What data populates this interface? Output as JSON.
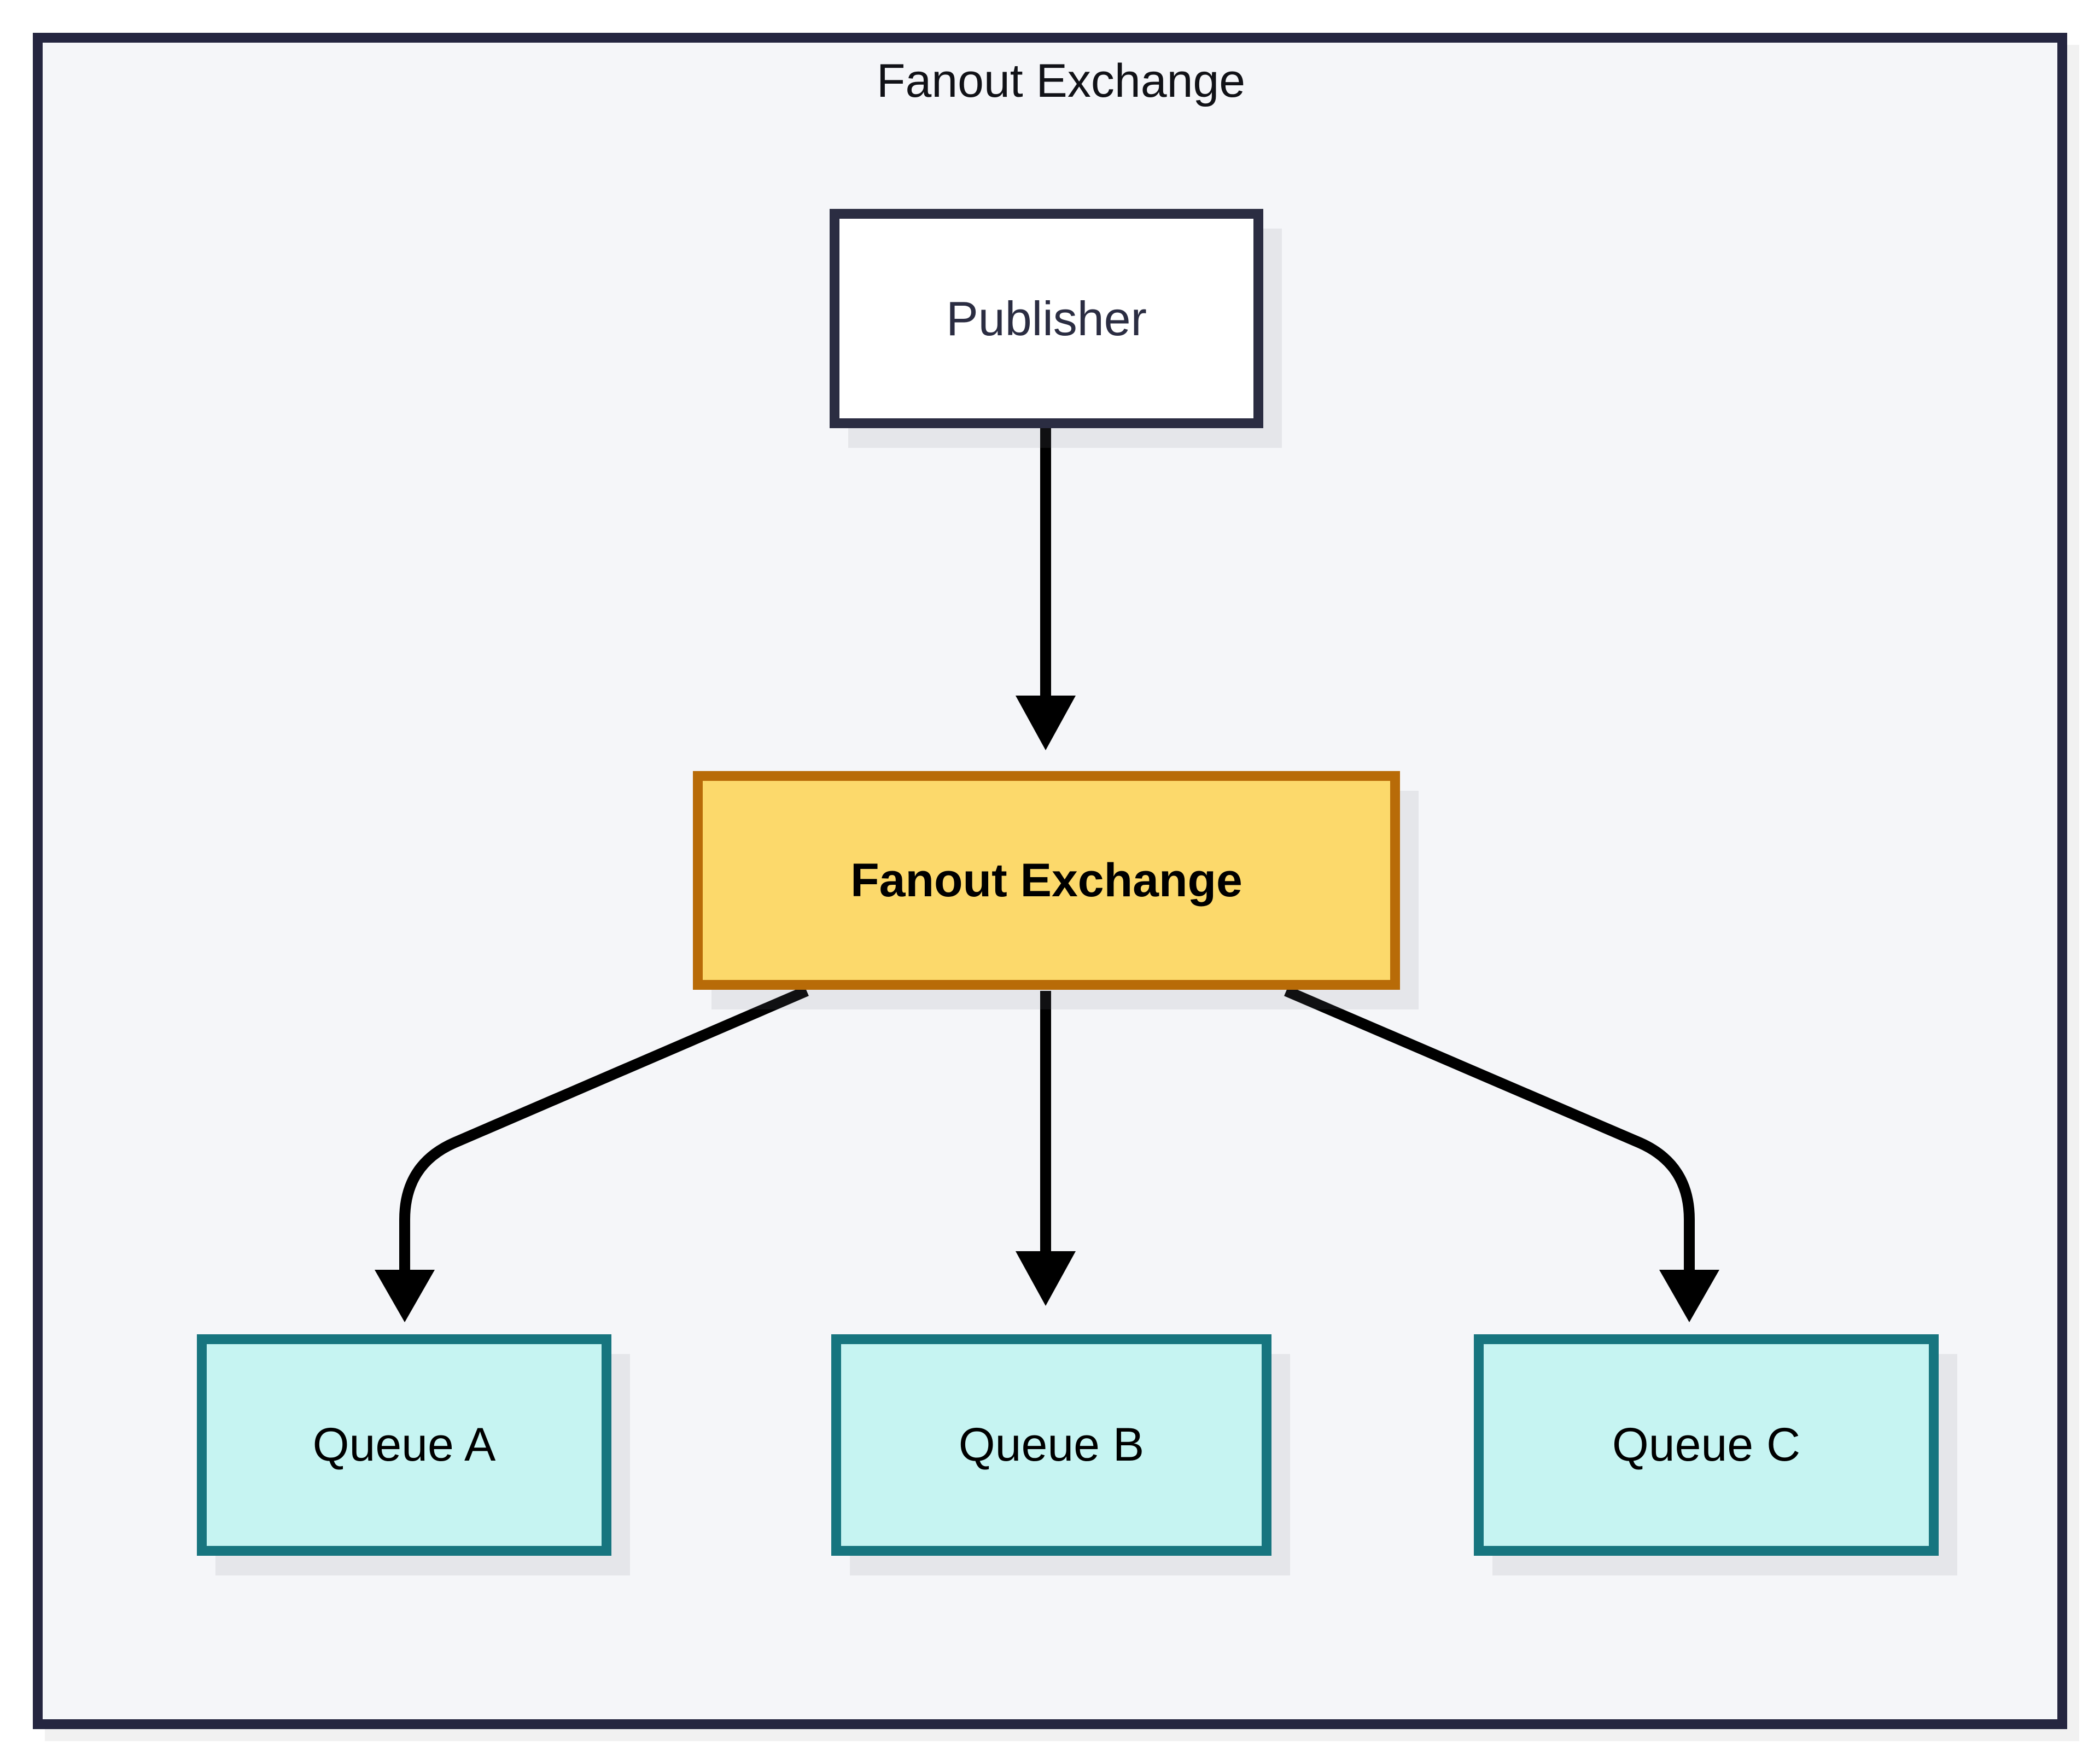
{
  "diagram": {
    "title": "Fanout Exchange",
    "type": "flow-diagram",
    "frame": {
      "background_color": "#f5f6f9",
      "border_color": "#252640"
    },
    "nodes": [
      {
        "id": "publisher",
        "label": "Publisher",
        "role": "source",
        "fill_color": "#ffffff",
        "border_color": "#2b2d42",
        "text_color": "#2b2d42",
        "bold": false
      },
      {
        "id": "exchange",
        "label": "Fanout Exchange",
        "role": "exchange",
        "fill_color": "#fcd96b",
        "border_color": "#b86b08",
        "text_color": "#000000",
        "bold": true
      },
      {
        "id": "queue_a",
        "label": "Queue A",
        "role": "queue",
        "fill_color": "#c6f4f2",
        "border_color": "#17757f",
        "text_color": "#000000",
        "bold": false
      },
      {
        "id": "queue_b",
        "label": "Queue B",
        "role": "queue",
        "fill_color": "#c6f4f2",
        "border_color": "#17757f",
        "text_color": "#000000",
        "bold": false
      },
      {
        "id": "queue_c",
        "label": "Queue C",
        "role": "queue",
        "fill_color": "#c6f4f2",
        "border_color": "#17757f",
        "text_color": "#000000",
        "bold": false
      }
    ],
    "edges": [
      {
        "id": "publisher-to-exchange",
        "from": "publisher",
        "to": "exchange",
        "label": "",
        "style": "straight-arrow",
        "color": "#000000"
      },
      {
        "id": "exchange-to-queue-a",
        "from": "exchange",
        "to": "queue_a",
        "label": "",
        "style": "curved-arrow",
        "color": "#000000"
      },
      {
        "id": "exchange-to-queue-b",
        "from": "exchange",
        "to": "queue_b",
        "label": "",
        "style": "straight-arrow",
        "color": "#000000"
      },
      {
        "id": "exchange-to-queue-c",
        "from": "exchange",
        "to": "queue_c",
        "label": "",
        "style": "curved-arrow",
        "color": "#000000"
      }
    ]
  }
}
